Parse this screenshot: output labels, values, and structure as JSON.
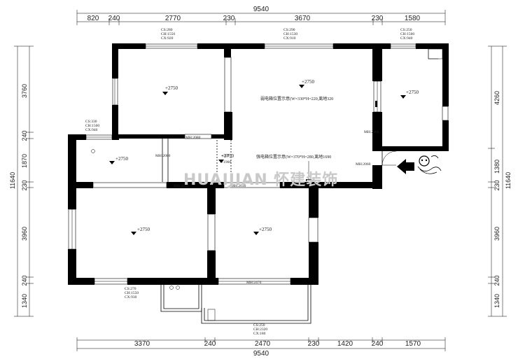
{
  "dimensions": {
    "top_total": "9540",
    "top_segments": [
      "820",
      "240",
      "2770",
      "230",
      "3670",
      "230",
      "1580"
    ],
    "bottom_total": "9540",
    "bottom_segments": [
      "3370",
      "240",
      "2470",
      "230",
      "1420",
      "240",
      "1570"
    ],
    "left_total": "11640",
    "left_segments": [
      "3760",
      "240",
      "1870",
      "230",
      "3960",
      "240",
      "1340"
    ],
    "right_total": "11640",
    "right_segments": [
      "4260",
      "1380",
      "230",
      "3960",
      "240",
      "1340"
    ]
  },
  "windows": {
    "w1": [
      "CS:280",
      "CH:1550",
      "CX:920"
    ],
    "w2": [
      "CS:290",
      "CH:1530",
      "CX:910"
    ],
    "w3": [
      "CS:250",
      "CH:1560",
      "CX:940"
    ],
    "w4": [
      "CS:330",
      "CH:1560",
      "CX:940"
    ],
    "w5": [
      "CS:270",
      "CH:1550",
      "CX:930"
    ],
    "w6": [
      "CS:250",
      "CH:2320",
      "CX:180"
    ]
  },
  "door_heights": {
    "d1": "MH:2080",
    "d2": "MH:2080",
    "d3": "MH:2060",
    "d4": "MH:2060",
    "d5": "MH:2030",
    "d6": "MH:2030",
    "d7": "MH:2470"
  },
  "levels": {
    "bedroom_top": "+2750",
    "living": "+2750",
    "right_room": "+2750",
    "kitchen": "+2750",
    "corridor": "+2750",
    "bedroom_bl": "+2750",
    "bedroom_br": "+2750"
  },
  "notes": {
    "weak_box": "弱电箱位置示意(W=330*H=220,离地320",
    "strong_box": "强电箱位置示意(W=370*H=280,离地1690",
    "small_mark_top": "+350",
    "small_mark_bottom": "+1960"
  },
  "watermark": "HUAIJIAN 怀建装饰"
}
